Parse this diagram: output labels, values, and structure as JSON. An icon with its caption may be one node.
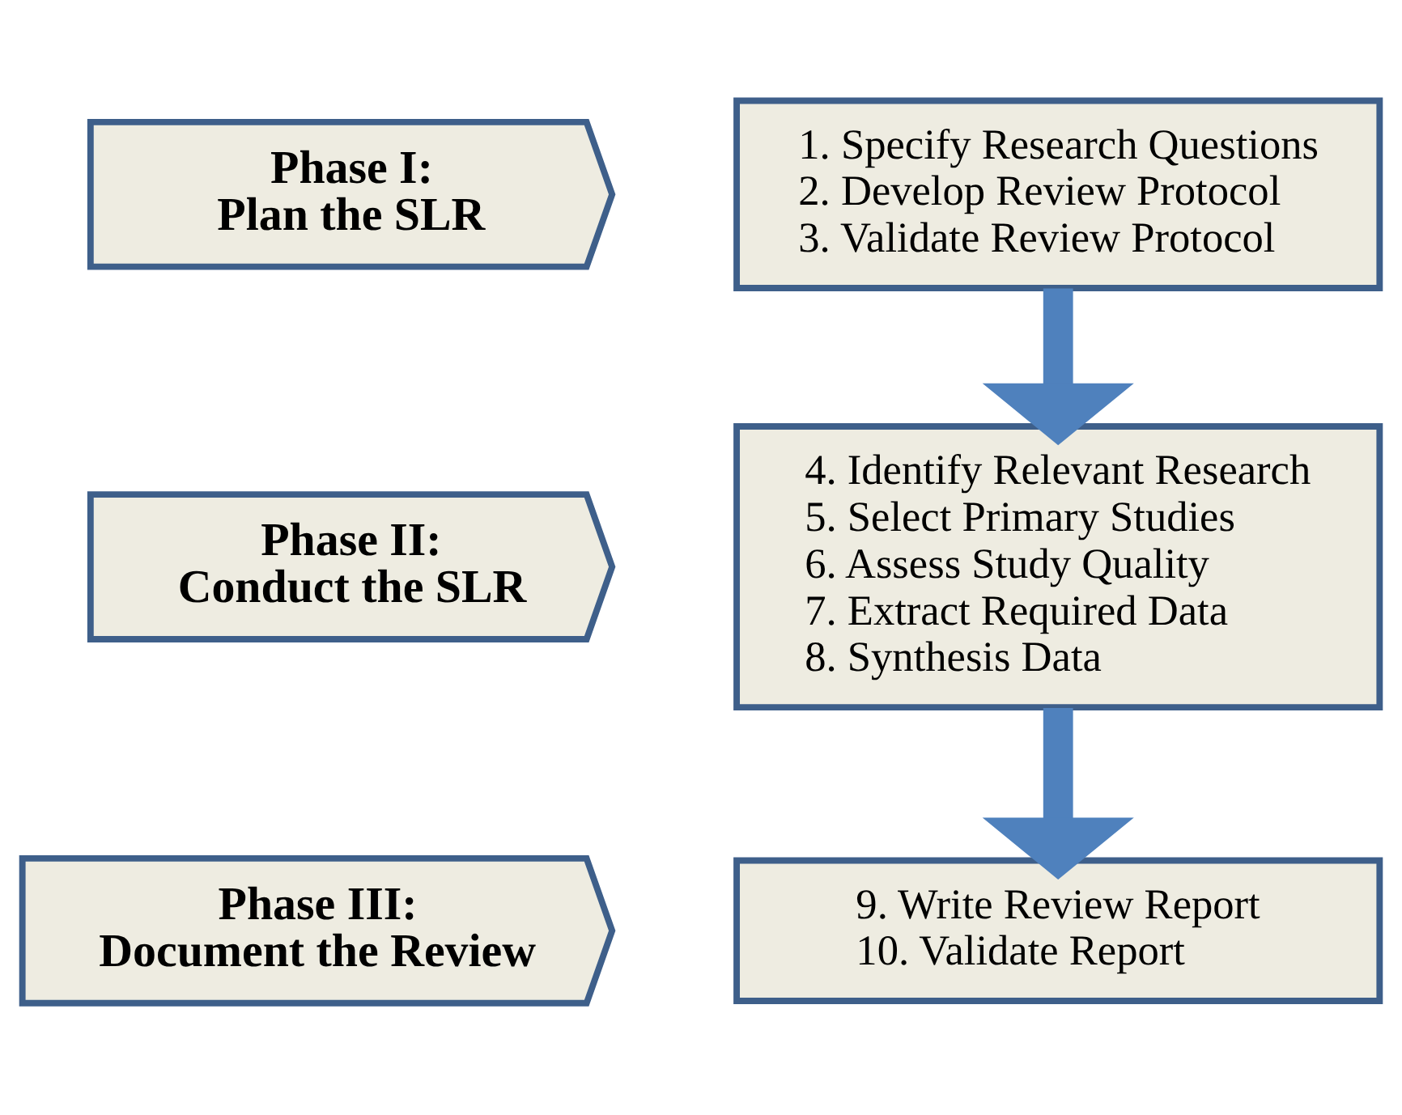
{
  "diagram": {
    "nodes": [
      {
        "text": [
          "Phase I: Plan the SLR"
        ]
      },
      {
        "text": [
          "1. Specify Research Questions",
          "2. Develop Review Protocol",
          "3. Validate Review Protocol"
        ]
      },
      {
        "text": [
          "Phase II: Conduct the SLR"
        ]
      },
      {
        "text": [
          "4. Identify Relevant Research",
          "5. Select Primary Studies",
          "6. Assess Study Quality",
          "7. Extract Required Data",
          "8. Synthesis Data"
        ]
      },
      {
        "text": [
          "Phase III: Document the Review"
        ]
      },
      {
        "text": [
          "9. Write Review Report",
          "10. Validate Report"
        ]
      }
    ],
    "edges": [
      {
        "from": 1,
        "to": 3,
        "arrow": "to"
      },
      {
        "from": 3,
        "to": 5,
        "arrow": "to"
      }
    ]
  }
}
